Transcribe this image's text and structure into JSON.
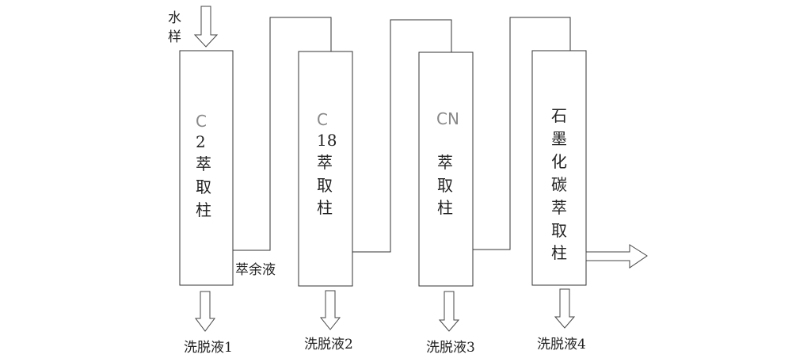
{
  "input_label": [
    "水",
    "样"
  ],
  "raffinate_label": "萃余液",
  "columns": [
    {
      "lines": [
        "C",
        "2",
        "萃",
        "取",
        "柱"
      ],
      "eluate": "洗脱液1"
    },
    {
      "lines": [
        "C",
        "18",
        "萃",
        "取",
        "柱"
      ],
      "eluate": "洗脱液2"
    },
    {
      "lines": [
        "CN",
        "萃",
        "取",
        "柱"
      ],
      "eluate": "洗脱液3"
    },
    {
      "lines": [
        "石",
        "墨",
        "化",
        "碳",
        "萃",
        "取",
        "柱"
      ],
      "eluate": "洗脱液4"
    }
  ]
}
